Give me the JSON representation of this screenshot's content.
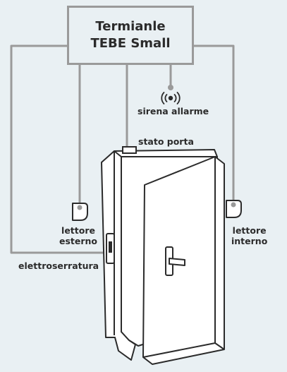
{
  "terminal": {
    "line1": "Termianle",
    "line2": "TEBE Small"
  },
  "labels": {
    "siren": "sirena allarme",
    "door_state": "stato porta",
    "external_reader_line1": "lettore",
    "external_reader_line2": "esterno",
    "internal_reader_line1": "lettore",
    "internal_reader_line2": "interno",
    "electric_lock": "elettroserratura"
  },
  "colors": {
    "background": "#e9f0f3",
    "wire": "#9a9a9a",
    "door_fill": "#ffffff",
    "outline": "#2b2b2b"
  }
}
